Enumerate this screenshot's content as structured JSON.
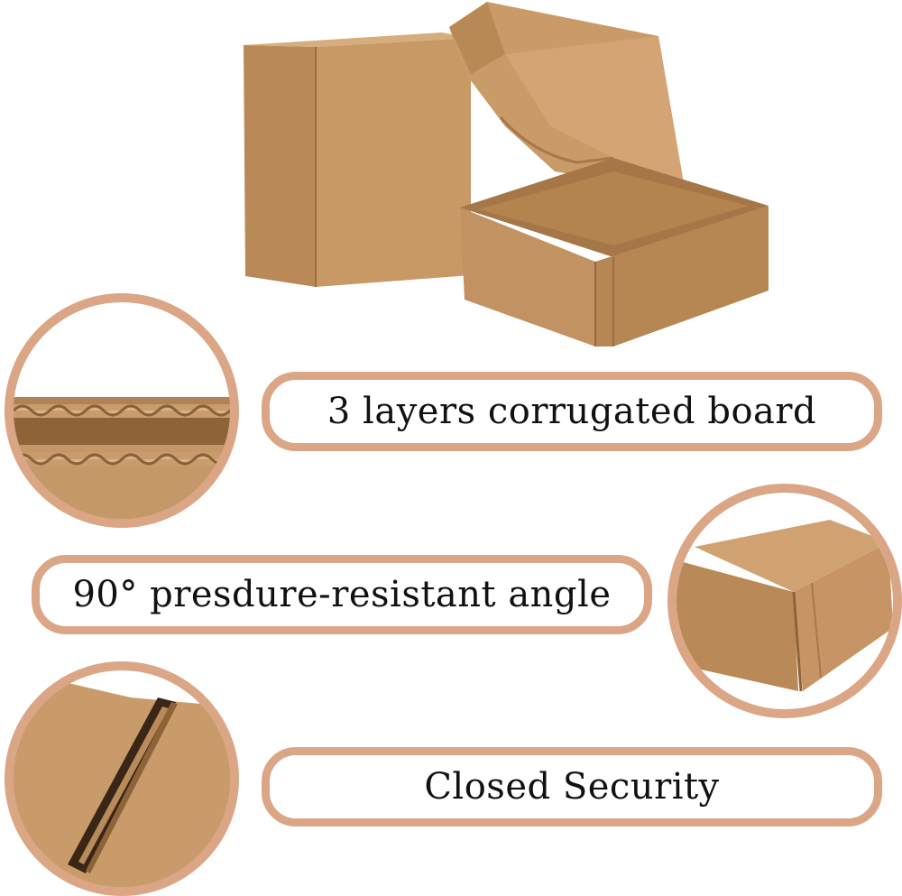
{
  "features": [
    {
      "label": "3 layers corrugated board",
      "image": "corrugated-board-cross-section"
    },
    {
      "label": "90° presdure-resistant angle",
      "image": "box-corner-closeup"
    },
    {
      "label": "Closed Security",
      "image": "tab-slot-closeup"
    }
  ],
  "colors": {
    "frame": "#dba686",
    "kraft": "#c69766",
    "kraft_dark": "#a87848",
    "kraft_light": "#d8b084",
    "text": "#111111"
  },
  "icons": {
    "hero": "kraft-mailer-boxes",
    "corrugated": "corrugated-layers",
    "corner": "box-corner",
    "slot": "locking-slot"
  }
}
